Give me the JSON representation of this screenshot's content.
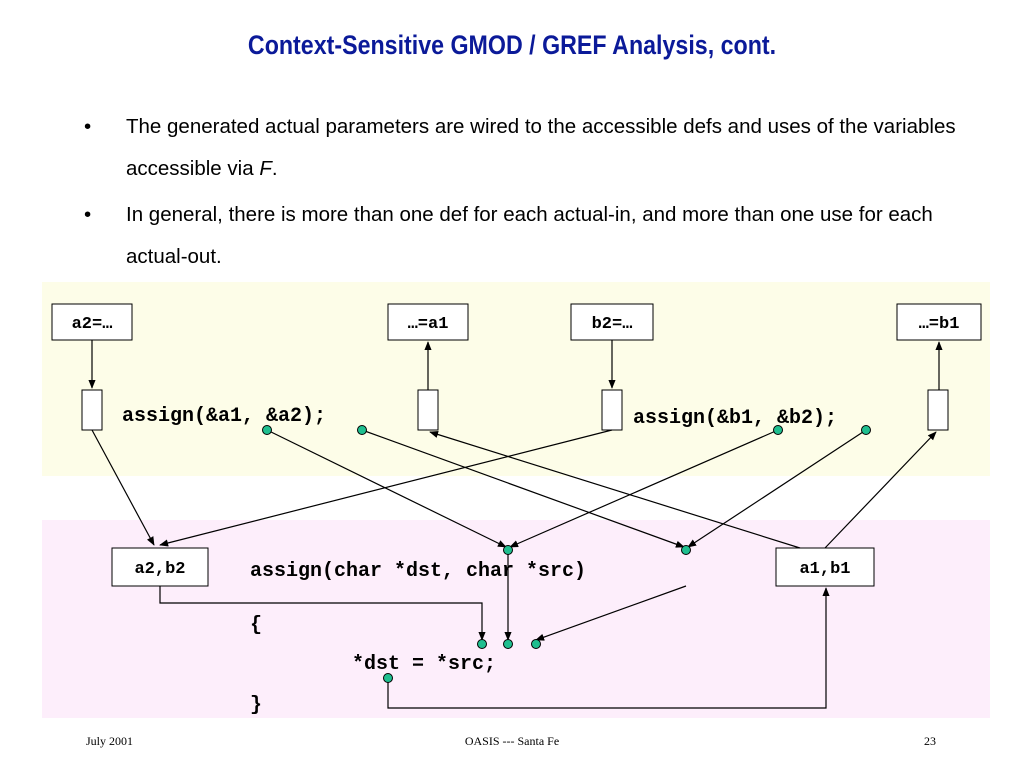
{
  "slide": {
    "title": "Context-Sensitive GMOD / GREF Analysis, cont.",
    "bullets": [
      {
        "symbol": "•",
        "text_before": "The generated actual parameters are wired to the accessible defs and uses of the variables accessible via ",
        "italic": "F",
        "text_after": "."
      },
      {
        "symbol": "•",
        "text_before": "In general, there is more than one def for each actual-in, and more than one use for each actual-out.",
        "italic": "",
        "text_after": ""
      }
    ]
  },
  "colors": {
    "title": "#0b1a99",
    "caller_band": "#fdfde8",
    "callee_band": "#fdeefb",
    "node_fill": "#1fbf8f"
  },
  "diagram": {
    "def_boxes": [
      "a2=…",
      "…=a1",
      "b2=…",
      "…=b1"
    ],
    "caller_calls": [
      "assign(&a1, &a2);",
      "assign(&b1, &b2);"
    ],
    "callee_boxes": [
      "a2,b2",
      "a1,b1"
    ],
    "callee_code": {
      "signature": "assign(char *dst, char *src)",
      "open_brace": "{",
      "statement": "*dst = *src;",
      "close_brace": "}"
    }
  },
  "footer": {
    "left": "July 2001",
    "center": "OASIS --- Santa Fe",
    "right": "23"
  }
}
